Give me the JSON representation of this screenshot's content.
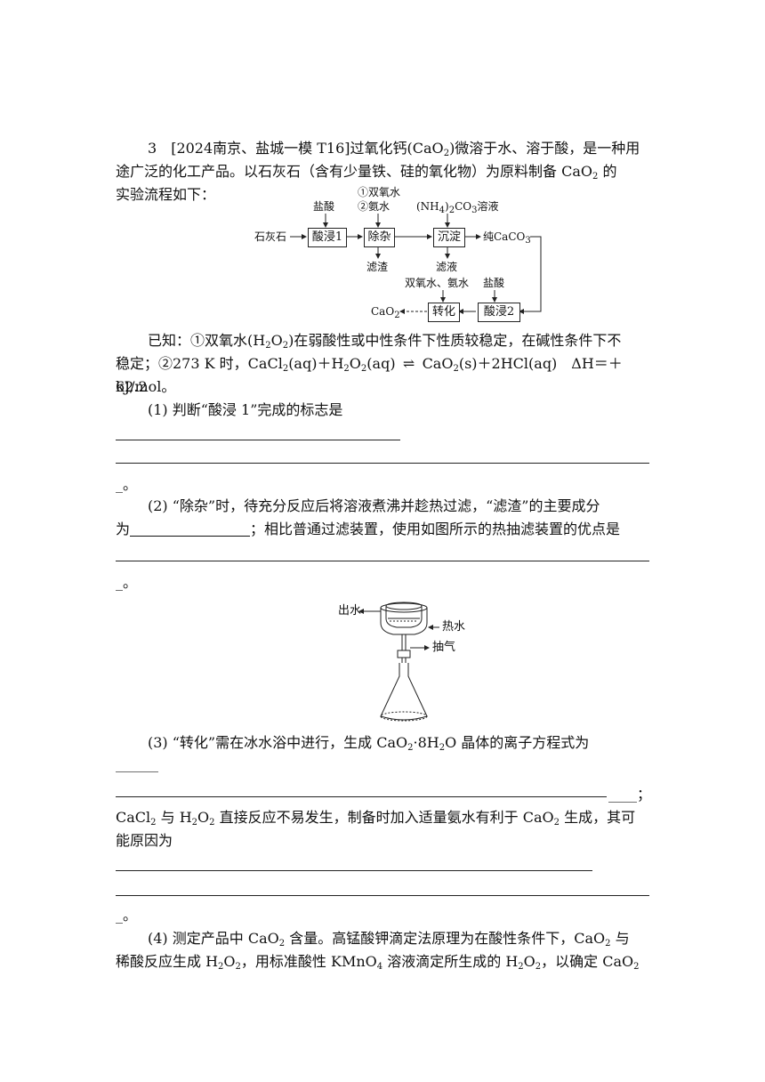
{
  "question": {
    "number": "3",
    "source": "[2024南京、盐城一模 T16]",
    "intro_a": "过氧化钙(CaO",
    "intro_b": ")微溶于水、溶于酸，是一种用",
    "intro_line2": "途广泛的化工产品。以石灰石（含有少量铁、硅的氧化物）为原料制备 CaO",
    "intro_line2_end": " 的",
    "intro_line3": "实验流程如下："
  },
  "flow": {
    "start": "石灰石",
    "box1": "酸浸1",
    "box2": "除杂",
    "box3": "沉淀",
    "product1": "纯CaCO",
    "product1_sub": "3",
    "box4": "酸浸2",
    "box5": "转化",
    "final": "CaO",
    "final_sub": "2",
    "in1": "盐酸",
    "in2a": "①双氧水",
    "in2b": "②氨水",
    "in3": "(NH",
    "in3_rest": ")",
    "in3_tail": "CO",
    "in3_end": "溶液",
    "out2": "滤渣",
    "out3": "滤液",
    "in5": "双氧水、氨水",
    "in4": "盐酸"
  },
  "known": {
    "line1": "已知：①双氧水(H",
    "line1b": "O",
    "line1c": ")在弱酸性或中性条件下性质较稳定，在碱性条件下不",
    "line2a": "稳定；②273 K 时，CaCl",
    "line2b": "(aq)＋H",
    "line2c": "O",
    "line2d": "(aq)",
    "line2e": "CaO",
    "line2f": "(s)＋2HCl(aq)　ΔH＝＋62.2",
    "line3": "kJ/mol。"
  },
  "q1": {
    "text": "(1) 判断“酸浸 1”完成的标志是",
    "end": "_。"
  },
  "q2": {
    "text": "(2) “除杂”时，待充分反应后将溶液煮沸并趁热过滤，“滤渣”的主要成分",
    "line2a": "为",
    "line2b": "；相比普通过滤装置，使用如图所示的热抽滤装置的优点是",
    "end": "_。"
  },
  "apparatus": {
    "out_water": "出水",
    "hot_water": "热水",
    "suction": "抽气"
  },
  "q3": {
    "text": "(3) “转化”需在冰水浴中进行，生成 CaO",
    "text_b": "·8H",
    "text_c": "O 晶体的离子方程式为",
    "short_blank": "______",
    "semicolon": "____；",
    "line3a": "CaCl",
    "line3b": " 与 H",
    "line3c": "O",
    "line3d": " 直接反应不易发生，制备时加入适量氨水有利于 CaO",
    "line3e": " 生成，其可",
    "line4": "能原因为",
    "end": "_。"
  },
  "q4": {
    "line1a": "(4) 测定产品中 CaO",
    "line1b": " 含量。高锰酸钾滴定法原理为在酸性条件下，CaO",
    "line1c": " 与",
    "line2a": "稀酸反应生成 H",
    "line2b": "O",
    "line2c": "，用标准酸性 KMnO",
    "line2d": " 溶液滴定所生成的 H",
    "line2e": "O",
    "line2f": "，以确定 CaO"
  },
  "sub2": "2",
  "sub4": "4"
}
